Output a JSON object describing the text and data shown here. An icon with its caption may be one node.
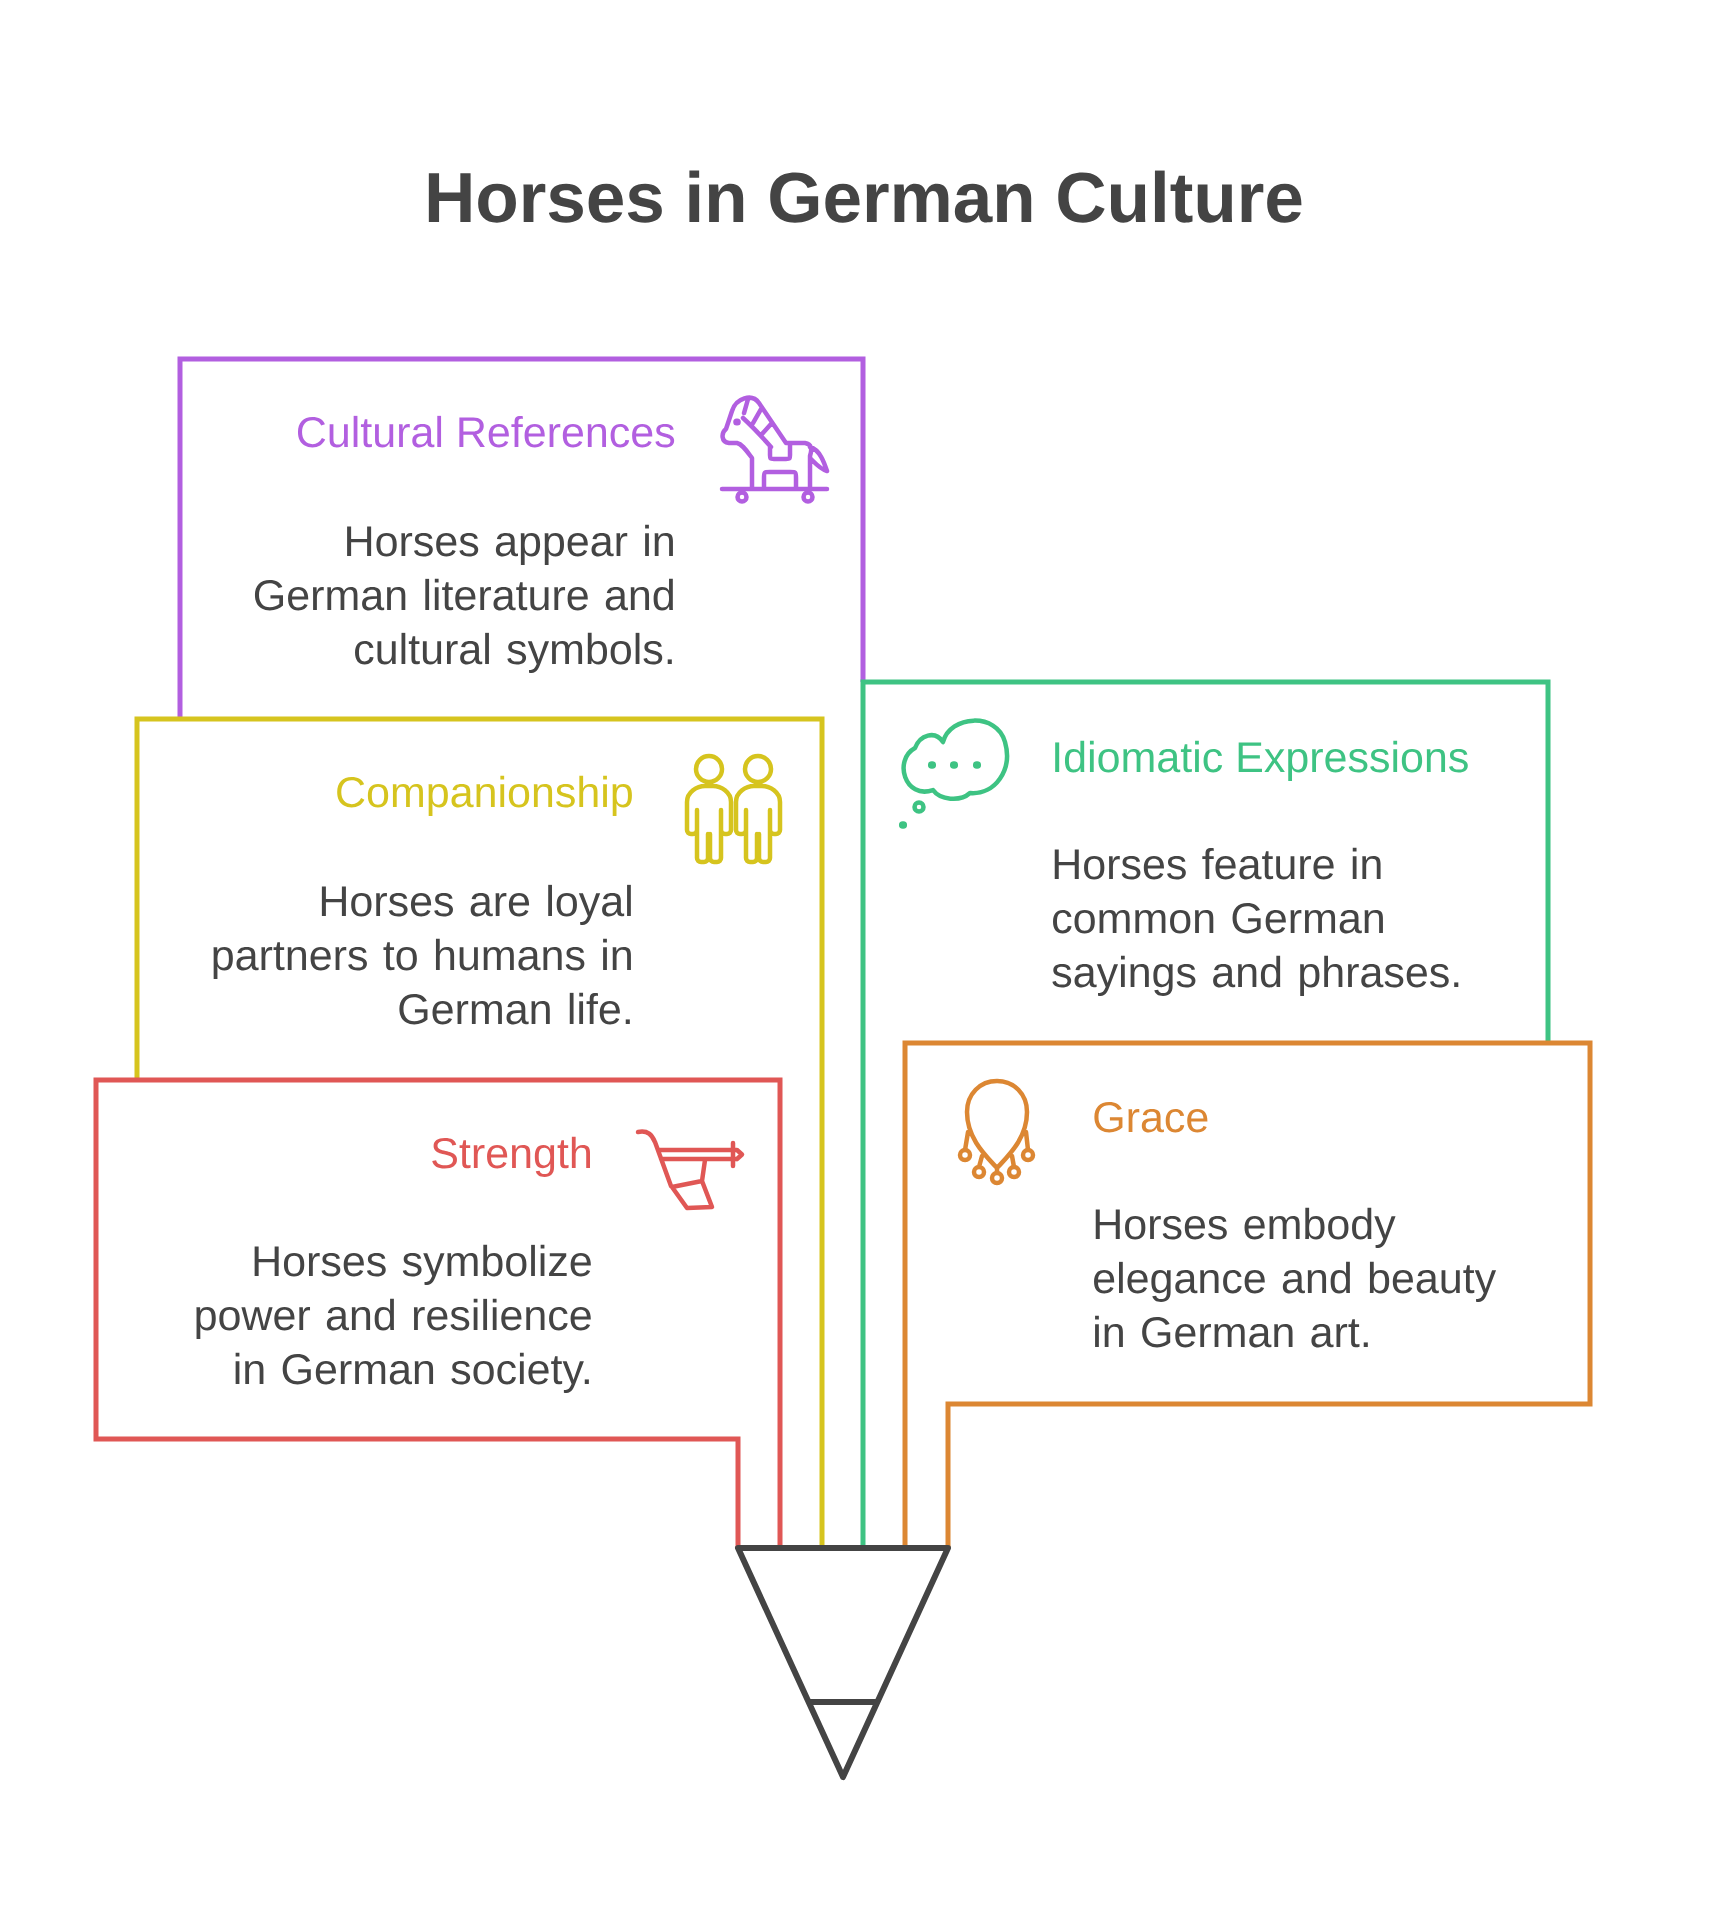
{
  "diagram": {
    "title": "Horses in German Culture",
    "nodes": [
      {
        "text": [
          "Cultural References",
          "Horses appear in German literature and cultural symbols."
        ]
      },
      {
        "text": [
          "Companionship",
          "Horses are loyal partners to humans in German life."
        ]
      },
      {
        "text": [
          "Strength",
          "Horses symbolize power and resilience in German society."
        ]
      },
      {
        "text": [
          "Idiomatic Expressions",
          "Horses feature in common German sayings and phrases."
        ]
      },
      {
        "text": [
          "Grace",
          "Horses embody elegance and beauty in German art."
        ]
      }
    ]
  }
}
